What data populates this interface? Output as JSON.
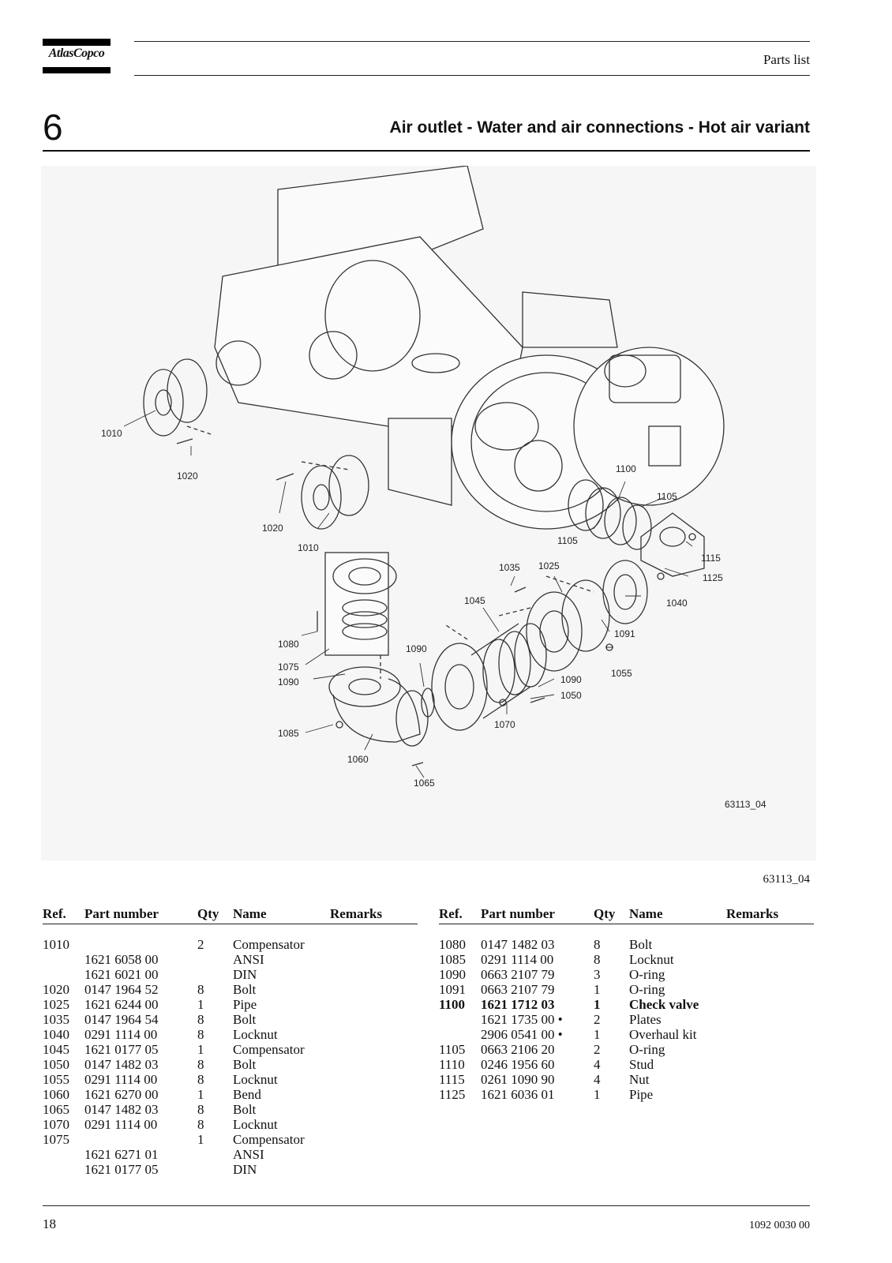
{
  "header": {
    "logo_text": "AtlasCopco",
    "section_label": "Parts list"
  },
  "title": {
    "chapter": "6",
    "text": "Air outlet -  Water and air connections -  Hot air variant"
  },
  "figure": {
    "drawing_id": "63113_04",
    "caption_id": "63113_04",
    "callouts": [
      "1010",
      "1020",
      "1020",
      "1010",
      "1100",
      "1105",
      "1105",
      "1115",
      "1125",
      "1035",
      "1025",
      "1045",
      "1040",
      "1080",
      "1090",
      "1091",
      "1075",
      "1090",
      "1055",
      "1090",
      "1050",
      "1070",
      "1085",
      "1060",
      "1065"
    ]
  },
  "table": {
    "headers": {
      "ref": "Ref.",
      "part": "Part number",
      "qty": "Qty",
      "name": "Name",
      "remarks": "Remarks"
    },
    "left_rows": [
      {
        "ref": "1010",
        "part": "",
        "qty": "2",
        "name": "Compensator"
      },
      {
        "ref": "",
        "part": "1621 6058 00",
        "qty": "",
        "name": "ANSI"
      },
      {
        "ref": "",
        "part": "1621 6021 00",
        "qty": "",
        "name": "DIN"
      },
      {
        "ref": "1020",
        "part": "0147 1964 52",
        "qty": "8",
        "name": "Bolt"
      },
      {
        "ref": "1025",
        "part": "1621 6244 00",
        "qty": "1",
        "name": "Pipe"
      },
      {
        "ref": "1035",
        "part": "0147 1964 54",
        "qty": "8",
        "name": "Bolt"
      },
      {
        "ref": "1040",
        "part": "0291 1114 00",
        "qty": "8",
        "name": "Locknut"
      },
      {
        "ref": "1045",
        "part": "1621 0177 05",
        "qty": "1",
        "name": "Compensator"
      },
      {
        "ref": "1050",
        "part": "0147 1482 03",
        "qty": "8",
        "name": "Bolt"
      },
      {
        "ref": "1055",
        "part": "0291 1114 00",
        "qty": "8",
        "name": "Locknut"
      },
      {
        "ref": "1060",
        "part": "1621 6270 00",
        "qty": "1",
        "name": "Bend"
      },
      {
        "ref": "1065",
        "part": "0147 1482 03",
        "qty": "8",
        "name": "Bolt"
      },
      {
        "ref": "1070",
        "part": "0291 1114 00",
        "qty": "8",
        "name": "Locknut"
      },
      {
        "ref": "1075",
        "part": "",
        "qty": "1",
        "name": "Compensator"
      },
      {
        "ref": "",
        "part": "1621 6271 01",
        "qty": "",
        "name": "ANSI"
      },
      {
        "ref": "",
        "part": "1621 0177 05",
        "qty": "",
        "name": "DIN"
      }
    ],
    "right_rows": [
      {
        "ref": "1080",
        "part": "0147 1482 03",
        "qty": "8",
        "name": "Bolt"
      },
      {
        "ref": "1085",
        "part": "0291 1114 00",
        "qty": "8",
        "name": "Locknut"
      },
      {
        "ref": "1090",
        "part": "0663 2107 79",
        "qty": "3",
        "name": "O-ring"
      },
      {
        "ref": "1091",
        "part": "0663 2107 79",
        "qty": "1",
        "name": "O-ring"
      },
      {
        "ref": "1100",
        "part": "1621 1712 03",
        "qty": "1",
        "name": "Check valve",
        "bold": true
      },
      {
        "ref": "",
        "part": "1621 1735 00 •",
        "qty": "2",
        "name": "Plates"
      },
      {
        "ref": "",
        "part": "2906 0541 00 •",
        "qty": "1",
        "name": "Overhaul kit"
      },
      {
        "ref": "1105",
        "part": "0663 2106 20",
        "qty": "2",
        "name": "O-ring"
      },
      {
        "ref": "1110",
        "part": "0246 1956 60",
        "qty": "4",
        "name": "Stud"
      },
      {
        "ref": "1115",
        "part": "0261 1090 90",
        "qty": "4",
        "name": "Nut"
      },
      {
        "ref": "1125",
        "part": "1621 6036 01",
        "qty": "1",
        "name": "Pipe"
      }
    ]
  },
  "footer": {
    "page_number": "18",
    "doc_number": "1092 0030 00"
  }
}
